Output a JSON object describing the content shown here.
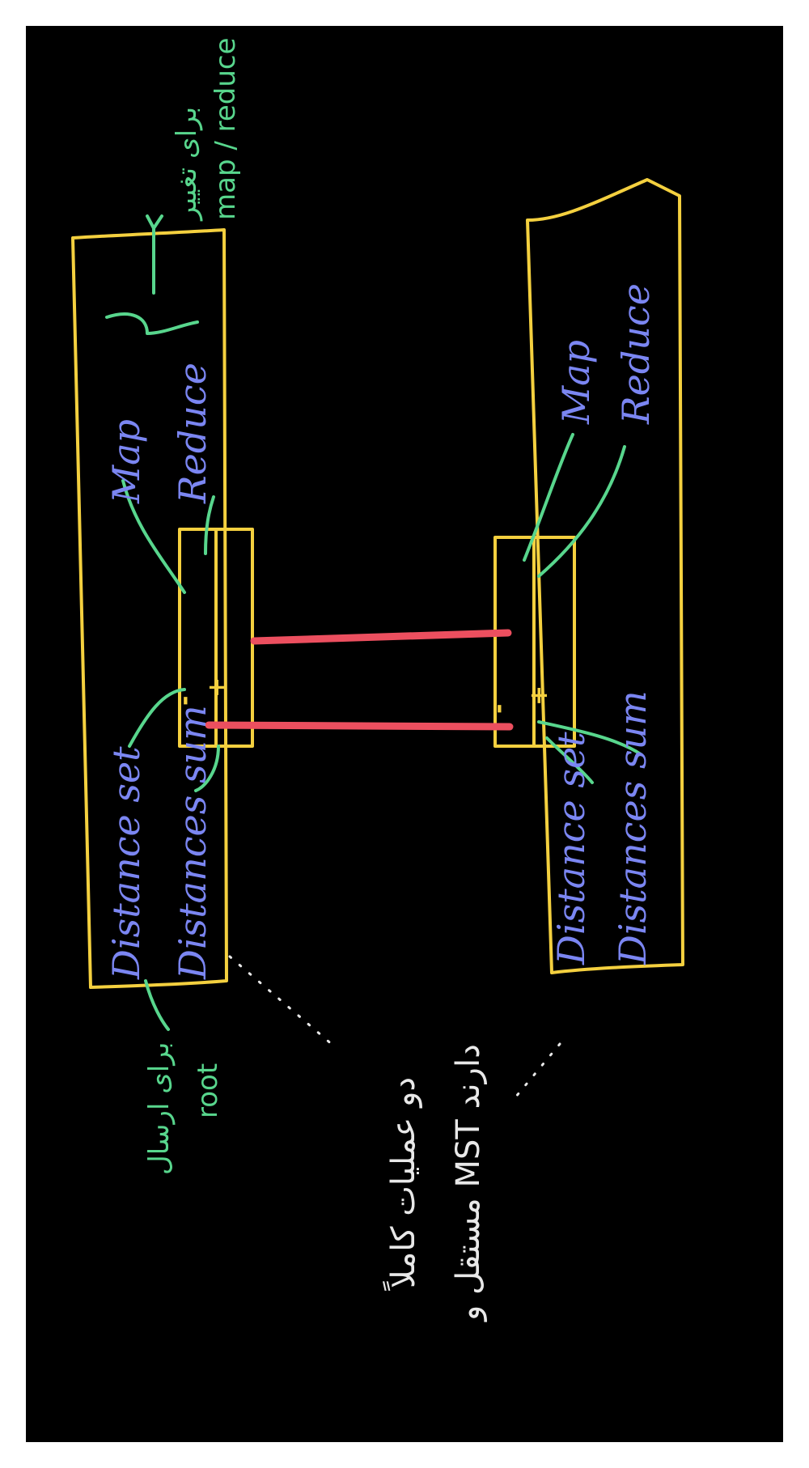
{
  "node_left": {
    "top_label": "Map",
    "bottom_label": "Reduce",
    "distance_set": "Distance set",
    "distance_sum": "Distances sum",
    "minus": "-",
    "plus": "+"
  },
  "node_right": {
    "top_label": "Map",
    "bottom_label": "Reduce",
    "distance_set": "Distance set",
    "distance_sum": "Distances sum",
    "minus": "-",
    "plus": "+"
  },
  "notes": {
    "top_right_line1": "برای تغییر",
    "top_right_line2": "map / reduce",
    "bottom_left_line1": "برای ارسال",
    "bottom_left_line2": "root",
    "bottom_center_line1": "دو عملیات کاملاً",
    "bottom_center_line2": "مستقل و MST دارند"
  },
  "colors": {
    "background": "#000000",
    "frame": "#f4d03f",
    "arrows": "#58d68d",
    "connectors": "#ec4f5f",
    "labels": "#7b86f2",
    "handwriting": "#e8e8e8"
  }
}
